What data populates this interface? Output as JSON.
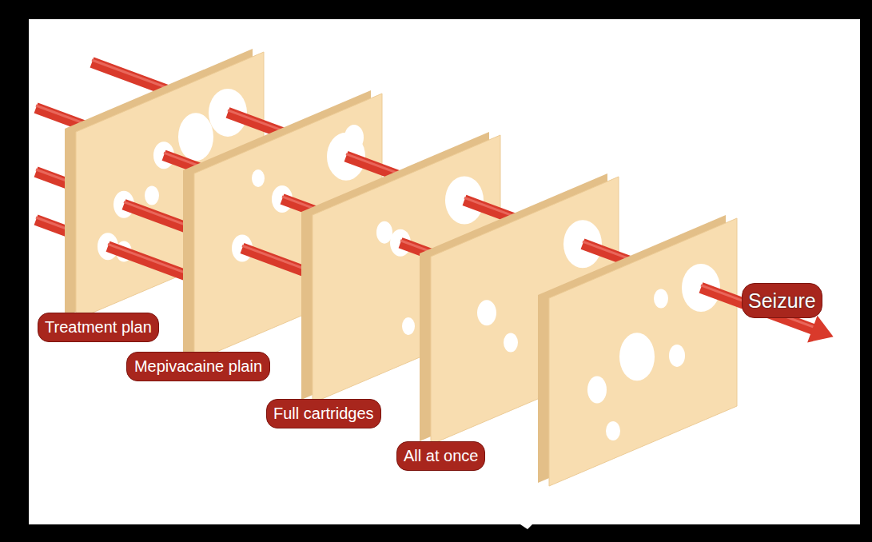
{
  "diagram": {
    "nodes": [
      {
        "text": [
          "Treatment plan"
        ]
      },
      {
        "text": [
          "Mepivacaine plain"
        ]
      },
      {
        "text": [
          "Full cartridges"
        ]
      },
      {
        "text": [
          "All at once"
        ]
      },
      {
        "text": [
          "Seizure"
        ]
      }
    ]
  }
}
